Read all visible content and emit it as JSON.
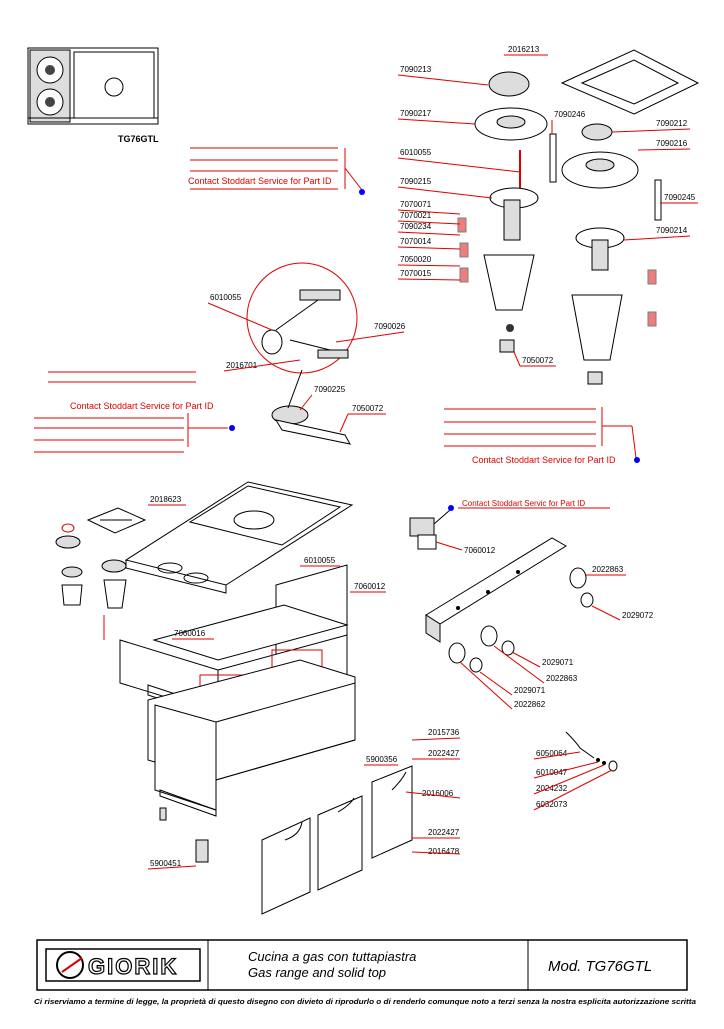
{
  "model_thumb_label": "TG76GTL",
  "contact_labels": {
    "top_left": "Contact Stoddart Service for Part ID",
    "mid_left": "Contact Stoddart Service for Part ID",
    "right": "Contact Stoddart Service for Part ID",
    "valve": "Contact Stoddart Servic for Part ID"
  },
  "parts": {
    "p2016213": "2016213",
    "p7090213": "7090213",
    "p7090217": "7090217",
    "p7090246": "7090246",
    "p7090212": "7090212",
    "p6010055a": "6010055",
    "p7090216": "7090216",
    "p7090215": "7090215",
    "p7070071": "7070071",
    "p7070021": "7070021",
    "p7090234": "7090234",
    "p7070014": "7070014",
    "p7050020": "7050020",
    "p7070015": "7070015",
    "p7090245": "7090245",
    "p7090214": "7090214",
    "p7050072a": "7050072",
    "p6010055b": "6010055",
    "p7090026": "7090026",
    "p2016701": "2016701",
    "p7090225": "7090225",
    "p7050072b": "7050072",
    "p2018623": "2018623",
    "p6010055c": "6010055",
    "p7060012a": "7060012",
    "p7060016": "7060016",
    "p7060012b": "7060012",
    "p2022863a": "2022863",
    "p2029072": "2029072",
    "p2029071a": "2029071",
    "p2022863b": "2022863",
    "p2029071b": "2029071",
    "p2022862": "2022862",
    "p2015736": "2015736",
    "p2022427a": "2022427",
    "p5900356": "5900356",
    "p2016006": "2016006",
    "p6050064": "6050064",
    "p6010047": "6010047",
    "p2024232": "2024232",
    "p6032073": "6032073",
    "p2022427b": "2022427",
    "p2016478": "2016478",
    "p5900451": "5900451"
  },
  "title_block": {
    "logo": "GIORIK",
    "title_it": "Cucina a gas con tuttapiastra",
    "title_en": "Gas range and solid top",
    "model": "Mod. TG76GTL"
  },
  "footer_note": "Ci riserviamo a termine di legge, la proprietà di questo disegno con divieto di riprodurlo o di renderlo comunque noto a terzi senza la nostra esplicita autorizzazione scritta"
}
